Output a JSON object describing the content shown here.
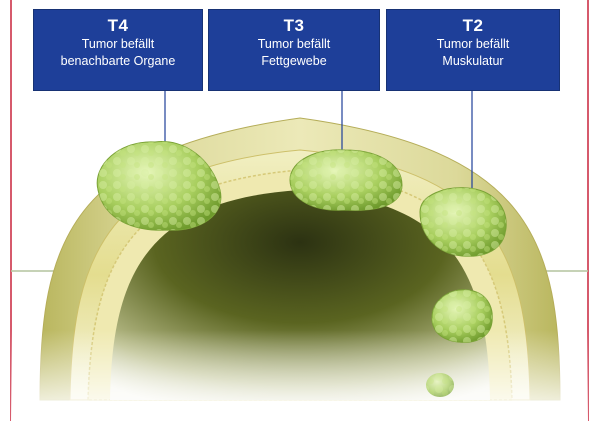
{
  "labels": [
    {
      "stage": "T4",
      "line1": "Tumor befällt",
      "line2": "benachbarte Organe"
    },
    {
      "stage": "T3",
      "line1": "Tumor befällt",
      "line2": "Fettgewebe"
    },
    {
      "stage": "T2",
      "line1": "Tumor befällt",
      "line2": "Muskulatur"
    }
  ],
  "colors": {
    "label_box": "#1e3f99",
    "border_line": "#c8243c",
    "tumor": "#a9cf5f",
    "wall": "#e8e4a0",
    "lumen": "#59631f"
  }
}
